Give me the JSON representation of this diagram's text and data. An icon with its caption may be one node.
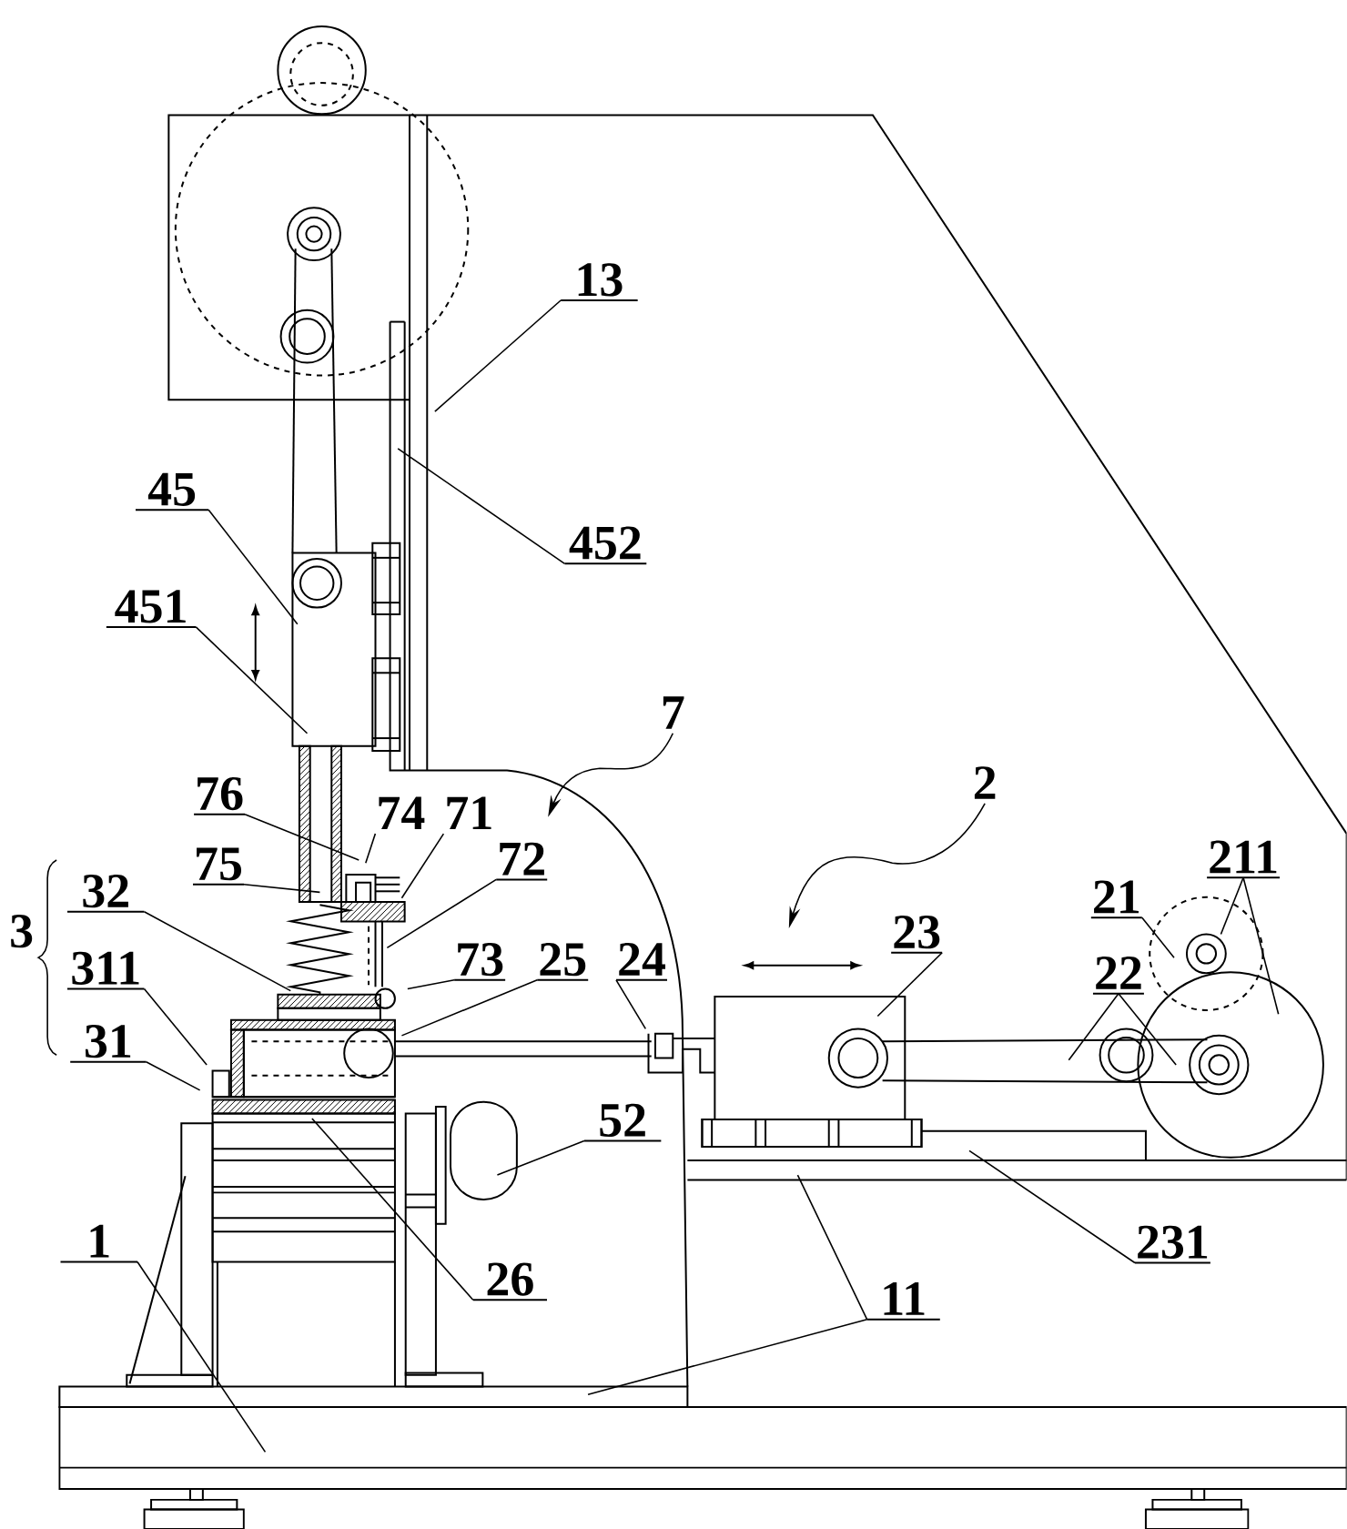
{
  "diagram": {
    "nodes": [
      {
        "text": [
          "13"
        ]
      },
      {
        "text": [
          "45"
        ]
      },
      {
        "text": [
          "452"
        ]
      },
      {
        "text": [
          "451"
        ]
      },
      {
        "text": [
          "7"
        ]
      },
      {
        "text": [
          "2"
        ]
      },
      {
        "text": [
          "76"
        ]
      },
      {
        "text": [
          "74"
        ]
      },
      {
        "text": [
          "71"
        ]
      },
      {
        "text": [
          "75"
        ]
      },
      {
        "text": [
          "72"
        ]
      },
      {
        "text": [
          "32"
        ]
      },
      {
        "text": [
          "211"
        ]
      },
      {
        "text": [
          "21"
        ]
      },
      {
        "text": [
          "23"
        ]
      },
      {
        "text": [
          "311"
        ]
      },
      {
        "text": [
          "73"
        ]
      },
      {
        "text": [
          "25"
        ]
      },
      {
        "text": [
          "24"
        ]
      },
      {
        "text": [
          "22"
        ]
      },
      {
        "text": [
          "31"
        ]
      },
      {
        "text": [
          "52"
        ]
      },
      {
        "text": [
          "1"
        ]
      },
      {
        "text": [
          "231"
        ]
      },
      {
        "text": [
          "26"
        ]
      },
      {
        "text": [
          "11"
        ]
      }
    ],
    "edges": [
      {
        "from": 0,
        "to": null,
        "arrow": "none"
      },
      {
        "from": 1,
        "to": null,
        "arrow": "none"
      },
      {
        "from": 2,
        "to": null,
        "arrow": "none"
      },
      {
        "from": 3,
        "to": null,
        "arrow": "none"
      },
      {
        "from": 4,
        "to": null,
        "arrow": "to"
      },
      {
        "from": 5,
        "to": null,
        "arrow": "to"
      },
      {
        "from": 6,
        "to": null,
        "arrow": "none"
      },
      {
        "from": 7,
        "to": null,
        "arrow": "none"
      },
      {
        "from": 8,
        "to": null,
        "arrow": "none"
      },
      {
        "from": 9,
        "to": null,
        "arrow": "none"
      },
      {
        "from": 10,
        "to": null,
        "arrow": "none"
      },
      {
        "from": 11,
        "to": null,
        "arrow": "none"
      },
      {
        "from": 12,
        "to": null,
        "arrow": "none"
      },
      {
        "from": 12,
        "to": null,
        "arrow": "none"
      },
      {
        "from": 13,
        "to": null,
        "arrow": "none"
      },
      {
        "from": 14,
        "to": null,
        "arrow": "none"
      },
      {
        "from": 15,
        "to": null,
        "arrow": "none"
      },
      {
        "from": 16,
        "to": null,
        "arrow": "none"
      },
      {
        "from": 17,
        "to": null,
        "arrow": "none"
      },
      {
        "from": 18,
        "to": null,
        "arrow": "none"
      },
      {
        "from": 19,
        "to": null,
        "arrow": "none"
      },
      {
        "from": 19,
        "to": null,
        "arrow": "none"
      },
      {
        "from": 20,
        "to": null,
        "arrow": "none"
      },
      {
        "from": 21,
        "to": null,
        "arrow": "none"
      },
      {
        "from": 22,
        "to": null,
        "arrow": "none"
      },
      {
        "from": 23,
        "to": null,
        "arrow": "none"
      },
      {
        "from": 24,
        "to": null,
        "arrow": "none"
      },
      {
        "from": 25,
        "to": null,
        "arrow": "none"
      },
      {
        "from": 25,
        "to": null,
        "arrow": "none"
      }
    ],
    "labels": [
      "3"
    ]
  }
}
